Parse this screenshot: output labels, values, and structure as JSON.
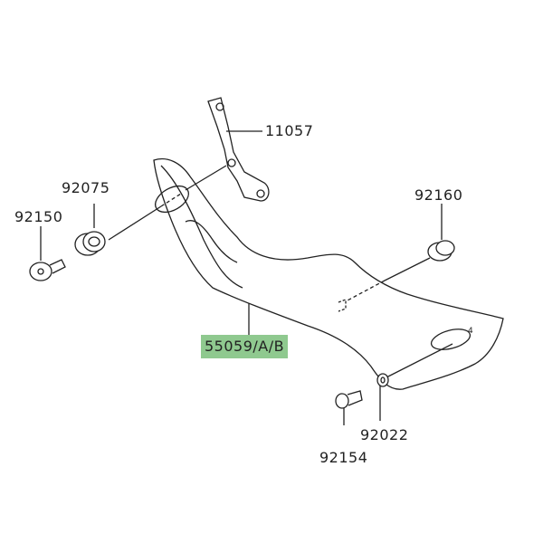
{
  "diagram": {
    "parts": [
      {
        "number": "11057",
        "name": "bracket"
      },
      {
        "number": "92075",
        "name": "grommet"
      },
      {
        "number": "92150",
        "name": "bolt"
      },
      {
        "number": "92160",
        "name": "grommet"
      },
      {
        "number": "55059/A/B",
        "name": "cover",
        "highlighted": true
      },
      {
        "number": "92022",
        "name": "washer"
      },
      {
        "number": "92154",
        "name": "bolt"
      }
    ],
    "highlight_color": "#8fc98f",
    "callout_mark": "4"
  }
}
